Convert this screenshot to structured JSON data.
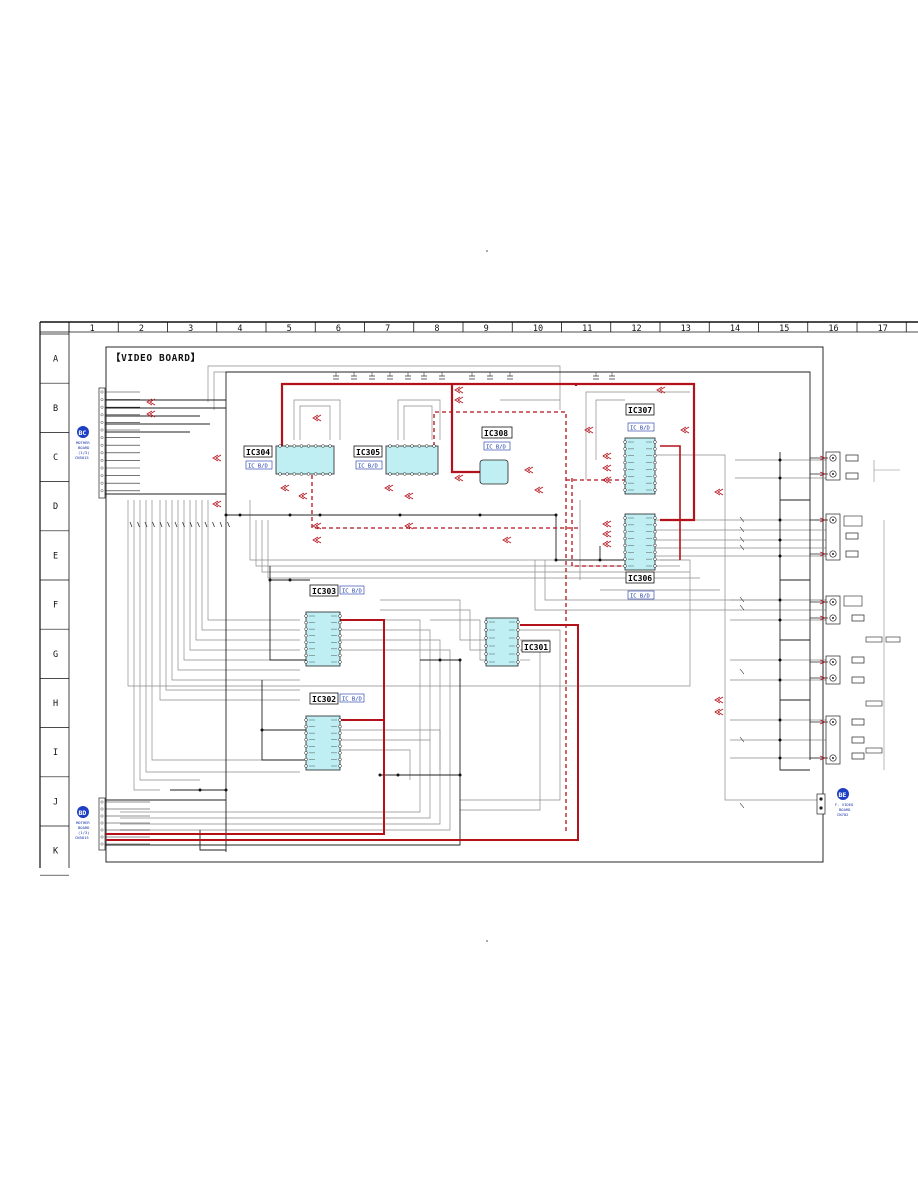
{
  "sheet": {
    "title": "【VIDEO BOARD】",
    "columns": [
      "1",
      "2",
      "3",
      "4",
      "5",
      "6",
      "7",
      "8",
      "9",
      "10",
      "11",
      "12",
      "13",
      "14",
      "15",
      "16",
      "17"
    ],
    "rows": [
      "A",
      "B",
      "C",
      "D",
      "E",
      "F",
      "G",
      "H",
      "I",
      "J",
      "K"
    ]
  },
  "ics": [
    {
      "ref": "IC304",
      "tag": "IC B/D"
    },
    {
      "ref": "IC305",
      "tag": "IC B/D"
    },
    {
      "ref": "IC308",
      "tag": "IC B/D"
    },
    {
      "ref": "IC307",
      "tag": "IC B/D"
    },
    {
      "ref": "IC306",
      "tag": "IC B/D"
    },
    {
      "ref": "IC303",
      "tag": "IC B/D"
    },
    {
      "ref": "IC302",
      "tag": "IC B/D"
    },
    {
      "ref": "IC301",
      "tag": ""
    }
  ],
  "connectors": {
    "bc": {
      "badge": "BC",
      "lines": [
        "MOTHER",
        "BOARD",
        "(1/3)",
        "CN5015"
      ]
    },
    "bd": {
      "badge": "BD",
      "lines": [
        "MOTHER",
        "BOARD",
        "(1/3)",
        "CN5015"
      ]
    },
    "be": {
      "badge": "BE",
      "lines": [
        "F. VIDEO",
        "BOARD",
        "CN702"
      ]
    }
  },
  "colors": {
    "trace": "#222222",
    "grey_trace": "#8a8a8a",
    "signal_red": "#b3121b",
    "ic_fill": "#bfeff3",
    "label_blue": "#1633a8",
    "badge_blue": "#1d3fc4"
  }
}
